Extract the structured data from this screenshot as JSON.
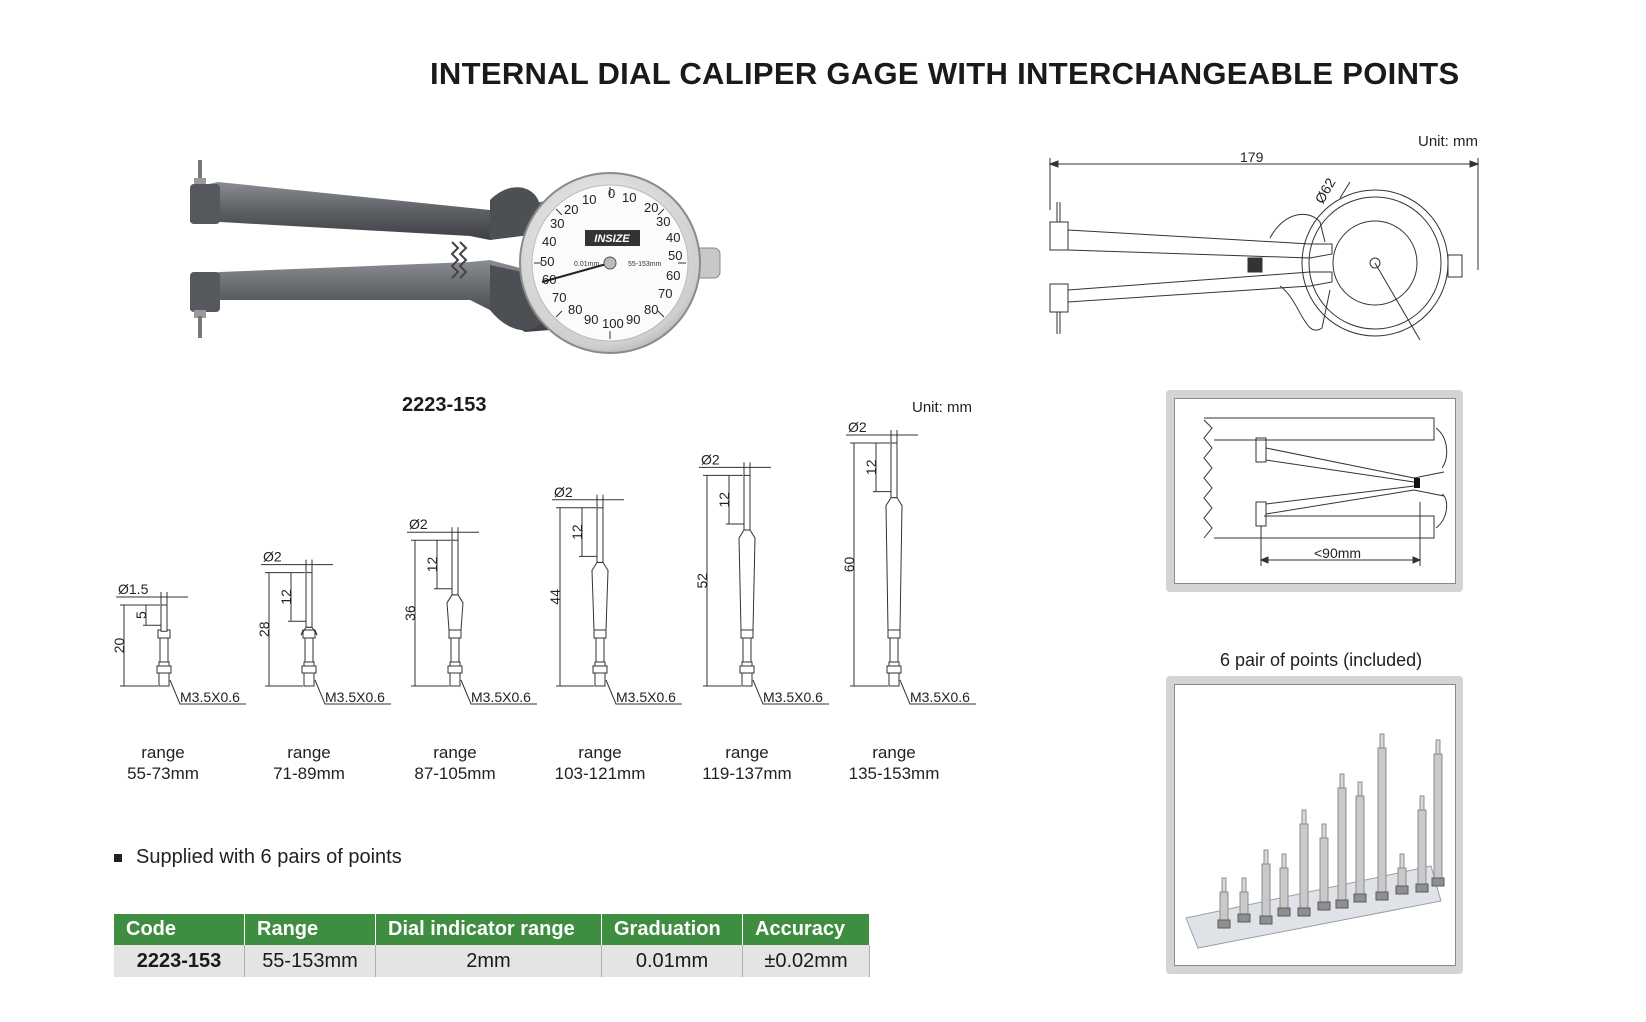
{
  "title": "INTERNAL DIAL CALIPER GAGE WITH INTERCHANGEABLE POINTS",
  "unit_top": "Unit: mm",
  "unit_points": "Unit: mm",
  "model_label": "2223-153",
  "brand": "INSIZE",
  "dial": {
    "graduation_mark": "0.01mm",
    "range_mark": "55-153mm",
    "numbers_top": [
      "10",
      "0",
      "10",
      "20",
      "30",
      "40",
      "50",
      "60",
      "70",
      "80",
      "90",
      "100",
      "90",
      "80",
      "70",
      "60",
      "50",
      "40",
      "30",
      "20"
    ]
  },
  "drawing": {
    "length": "179",
    "dial_diameter": "Ø62"
  },
  "detail_dim": "<90mm",
  "points": [
    {
      "dia": "Ø1.5",
      "tip": "5",
      "length": "20",
      "thread": "M3.5X0.6",
      "range_word": "range",
      "range": "55-73mm"
    },
    {
      "dia": "Ø2",
      "tip": "12",
      "length": "28",
      "thread": "M3.5X0.6",
      "range_word": "range",
      "range": "71-89mm"
    },
    {
      "dia": "Ø2",
      "tip": "12",
      "length": "36",
      "thread": "M3.5X0.6",
      "range_word": "range",
      "range": "87-105mm"
    },
    {
      "dia": "Ø2",
      "tip": "12",
      "length": "44",
      "thread": "M3.5X0.6",
      "range_word": "range",
      "range": "103-121mm"
    },
    {
      "dia": "Ø2",
      "tip": "12",
      "length": "52",
      "thread": "M3.5X0.6",
      "range_word": "range",
      "range": "119-137mm"
    },
    {
      "dia": "Ø2",
      "tip": "12",
      "length": "60",
      "thread": "M3.5X0.6",
      "range_word": "range",
      "range": "135-153mm"
    }
  ],
  "supplied_note": "Supplied with 6 pairs of points",
  "photo_caption": "6 pair of points (included)",
  "table": {
    "headers": [
      "Code",
      "Range",
      "Dial indicator range",
      "Graduation",
      "Accuracy"
    ],
    "rows": [
      [
        "2223-153",
        "55-153mm",
        "2mm",
        "0.01mm",
        "±0.02mm"
      ]
    ]
  },
  "colors": {
    "header_green": "#3f8d41",
    "row_gray": "#e4e4e4",
    "frame_gray": "#d4d4d4"
  }
}
